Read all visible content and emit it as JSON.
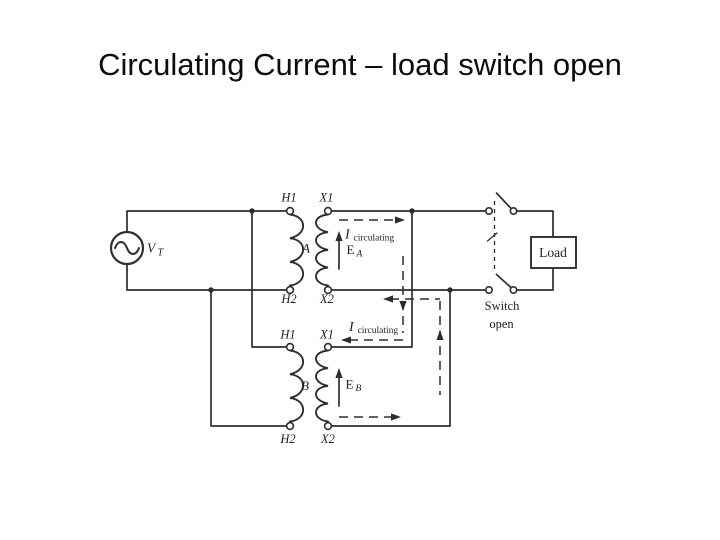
{
  "title": "Circulating Current – load switch open",
  "source": {
    "symbol": "V",
    "subscript": "T"
  },
  "transformer_a": {
    "label": "A",
    "h1": "H1",
    "x1": "X1",
    "h2": "H2",
    "x2": "X2",
    "emf_symbol": "E",
    "emf_subscript": "A"
  },
  "transformer_b": {
    "label": "B",
    "h1": "H1",
    "x1": "X1",
    "h2": "H2",
    "x2": "X2",
    "emf_symbol": "E",
    "emf_subscript": "B"
  },
  "circulating_current": {
    "symbol": "I",
    "subscript": "circulating"
  },
  "switch_label": {
    "line1": "Switch",
    "line2": "open"
  },
  "load_label": "Load",
  "colors": {
    "ink": "#2e2e2e",
    "background": "#ffffff"
  }
}
